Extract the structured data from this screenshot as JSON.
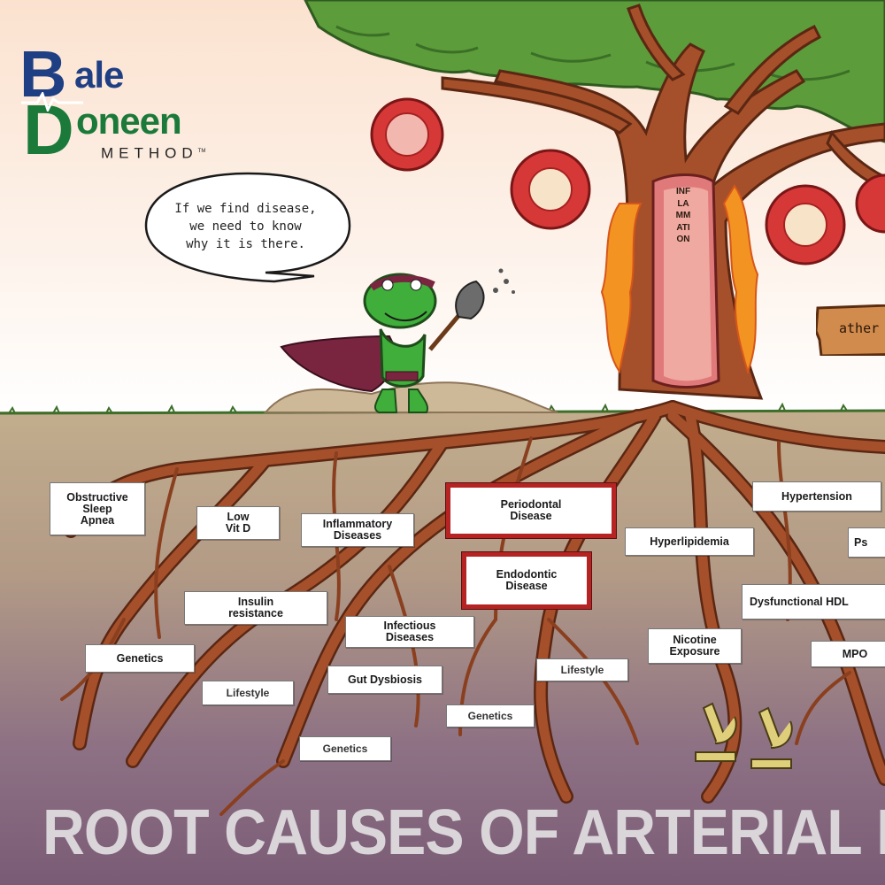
{
  "logo": {
    "line1_initial": "B",
    "line1_rest": "ale",
    "line2_initial": "D",
    "line2_rest": "oneen",
    "tagline": "METHOD",
    "tm": "TM",
    "colors": {
      "blue": "#1f3f84",
      "green": "#1b7a3a"
    }
  },
  "speech_bubble": {
    "text": "If we find disease,\nwe need to know\nwhy it is there."
  },
  "trunk_label": "INFLAMMATION",
  "sign_text": "ather",
  "root_labels": [
    {
      "id": "obstructive-sleep-apnea",
      "text": "Obstructive\nSleep\nApnea",
      "highlight": false
    },
    {
      "id": "low-vit-d",
      "text": "Low\nVit D",
      "highlight": false
    },
    {
      "id": "inflammatory-diseases",
      "text": "Inflammatory\nDiseases",
      "highlight": false
    },
    {
      "id": "periodontal-disease",
      "text": "Periodontal\nDisease",
      "highlight": true
    },
    {
      "id": "endodontic-disease",
      "text": "Endodontic\nDisease",
      "highlight": true
    },
    {
      "id": "hypertension",
      "text": "Hypertension",
      "highlight": false
    },
    {
      "id": "hyperlipidemia",
      "text": "Hyperlipidemia",
      "highlight": false
    },
    {
      "id": "ps-cut",
      "text": "Ps",
      "highlight": false
    },
    {
      "id": "insulin-resistance",
      "text": "Insulin\nresistance",
      "highlight": false
    },
    {
      "id": "infectious-diseases",
      "text": "Infectious\nDiseases",
      "highlight": false
    },
    {
      "id": "dysfunctional-hdl",
      "text": "Dysfunctional HDL",
      "highlight": false
    },
    {
      "id": "genetics-1",
      "text": "Genetics",
      "highlight": false
    },
    {
      "id": "nicotine-exposure",
      "text": "Nicotine\nExposure",
      "highlight": false
    },
    {
      "id": "mpo",
      "text": "MPO",
      "highlight": false
    },
    {
      "id": "lifestyle-1",
      "text": "Lifestyle",
      "highlight": false
    },
    {
      "id": "gut-dysbiosis",
      "text": "Gut Dysbiosis",
      "highlight": false
    },
    {
      "id": "lifestyle-2",
      "text": "Lifestyle",
      "highlight": false
    },
    {
      "id": "genetics-2",
      "text": "Genetics",
      "highlight": false
    },
    {
      "id": "genetics-3",
      "text": "Genetics",
      "highlight": false
    }
  ],
  "headline": "ROOT CAUSES OF ARTERIAL D",
  "colors": {
    "sky_top": "#fbe6d6",
    "sky_bottom": "#ffffff",
    "soil_top": "#bfa98a",
    "soil_bottom": "#7e5f78",
    "root": "#a5502a",
    "root_dark": "#5b2713",
    "canopy": "#5f9e3c",
    "highlight_border": "#b52323",
    "flame": "#f39321",
    "headline": "#d9d5d9"
  }
}
